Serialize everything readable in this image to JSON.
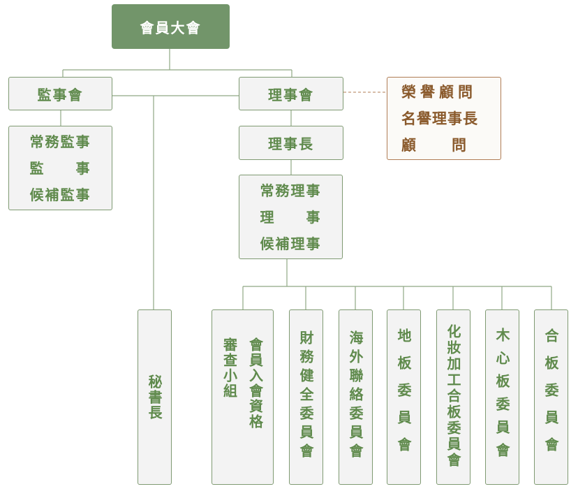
{
  "general_assembly": "會員大會",
  "supervisors_board": "監事會",
  "supervisors_roles": [
    "常務監事",
    "監　　事",
    "候補監事"
  ],
  "directors_board": "理事會",
  "honorary": [
    "榮譽顧問",
    "名譽理事長",
    "顧　　問"
  ],
  "chairman": "理事長",
  "directors_roles": [
    "常務理事",
    "理　　事",
    "候補理事"
  ],
  "secretary_general": "秘書長",
  "committees": [
    {
      "name": "會員入會資格審查小組",
      "lines": [
        "會員入會資格",
        "審查小組"
      ]
    },
    {
      "name": "財務健全委員會"
    },
    {
      "name": "海外聯絡委員會"
    },
    {
      "name": "地板委員會"
    },
    {
      "name": "化妝加工合板委員會"
    },
    {
      "name": "木心板委員會"
    },
    {
      "name": "合板委員會"
    }
  ],
  "colors": {
    "top_fill": "#72956a",
    "box_border": "#7f9a72",
    "box_fill": "#f3f3f3",
    "text_green": "#5f8a4c",
    "honor_border": "#b07d55",
    "honor_text": "#8a5a2c",
    "line": "#8fa884"
  }
}
